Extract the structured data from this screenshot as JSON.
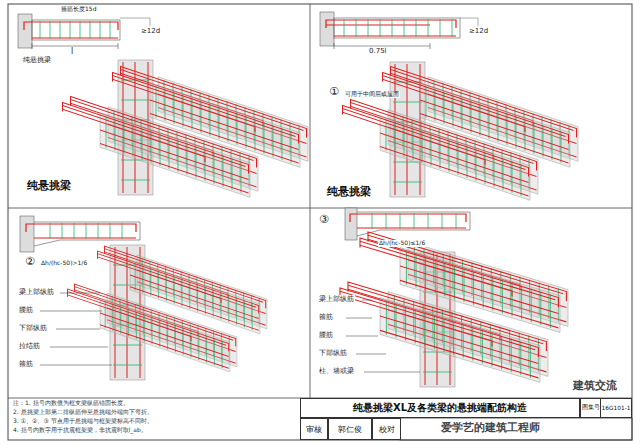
{
  "diagram": {
    "nodes": [
      {
        "text": [
          "纯悬挑梁XL及各类梁的悬挑端配筋构造"
        ]
      },
      {
        "text": [
          "图集号"
        ]
      },
      {
        "text": [
          "16G101-1"
        ]
      },
      {
        "text": [
          "审核"
        ]
      },
      {
        "text": [
          "郭仁俊"
        ]
      },
      {
        "text": [
          "校对"
        ]
      }
    ],
    "labels": [
      "箍筋长度15d",
      "纯悬挑梁",
      "l",
      "≥12d",
      "纯悬挑梁",
      "0.75l",
      "≥12d",
      "①",
      "可用于中间层或屋面",
      "纯悬挑梁",
      "②",
      "Δh/(hc-50)>1/6",
      "梁上部纵筋",
      "腰筋",
      "下部纵筋",
      "拉结筋",
      "箍筋",
      "③",
      "Δh/(hc-50)≤1/6",
      "梁上部纵筋",
      "箍筋",
      "腰筋",
      "下部纵筋",
      "柱、墙或梁",
      "建筑交流",
      "注：1. 括号内数值为框支梁纵筋锚固长度。",
      "2. 悬挑梁上部第二排纵筋伸至悬挑端外端向下弯折。",
      "3. ①、②、③ 节点用于悬挑端与框架梁标高不同时。",
      "4. 括号内数字用于抗震框架梁，非抗震时取l_ab。",
      "爱学艺的建筑工程师"
    ]
  }
}
